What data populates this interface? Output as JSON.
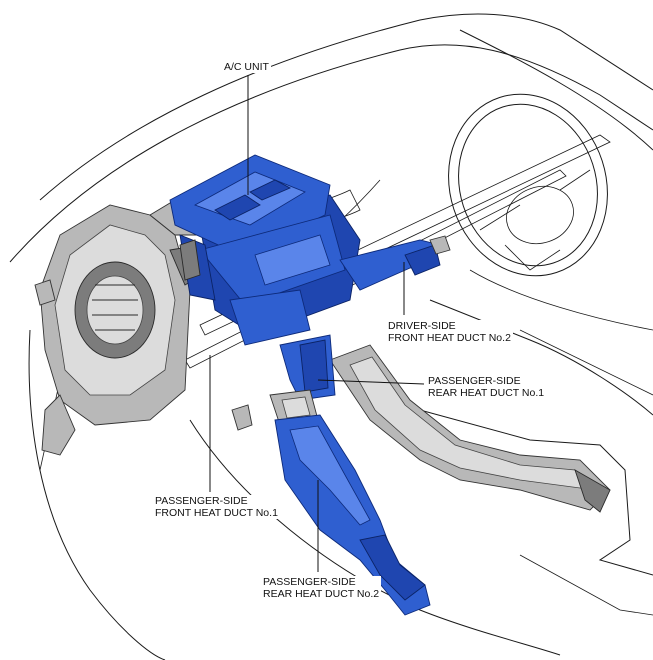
{
  "labels": {
    "ac_unit": "A/C UNIT",
    "driver_front_duct_2": {
      "line1": "DRIVER-SIDE",
      "line2": "FRONT HEAT DUCT No.2"
    },
    "passenger_rear_duct_1": {
      "line1": "PASSENGER-SIDE",
      "line2": "REAR HEAT DUCT No.1"
    },
    "passenger_front_duct_1": {
      "line1": "PASSENGER-SIDE",
      "line2": "FRONT HEAT DUCT No.1"
    },
    "passenger_rear_duct_2": {
      "line1": "PASSENGER-SIDE",
      "line2": "REAR HEAT DUCT No.2"
    }
  },
  "colors": {
    "highlight": "#2f5fd0",
    "component": "#b8b8b8",
    "outline": "#1a1a1a",
    "background": "#ffffff"
  }
}
